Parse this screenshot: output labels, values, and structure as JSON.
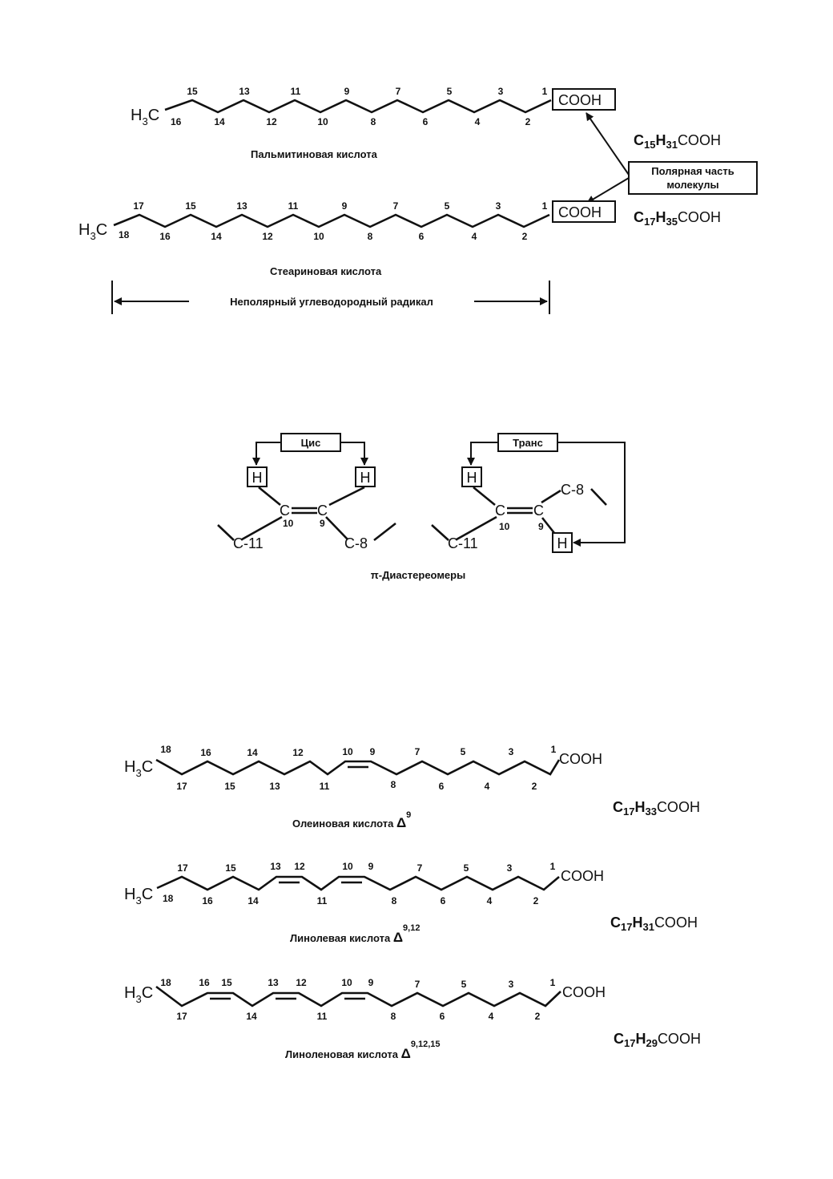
{
  "palmitic": {
    "head": "H",
    "head_sub": "3",
    "head_c": "C",
    "c16": "16",
    "numbers_top": [
      "15",
      "13",
      "11",
      "9",
      "7",
      "5",
      "3",
      "1"
    ],
    "numbers_bottom": [
      "14",
      "12",
      "10",
      "8",
      "6",
      "4",
      "2"
    ],
    "cooh": "COOH",
    "name": "Пальмитиновая кислота",
    "formula": {
      "c": "C",
      "c_sub": "15",
      "h": "H",
      "h_sub": "31",
      "tail": "COOH"
    }
  },
  "stearic": {
    "head": "H",
    "head_sub": "3",
    "head_c": "C",
    "c18": "18",
    "numbers_top": [
      "17",
      "15",
      "13",
      "11",
      "9",
      "7",
      "5",
      "3",
      "1"
    ],
    "numbers_bottom": [
      "16",
      "14",
      "12",
      "10",
      "8",
      "6",
      "4",
      "2"
    ],
    "cooh": "COOH",
    "name": "Стеариновая кислота",
    "formula": {
      "c": "C",
      "c_sub": "17",
      "h": "H",
      "h_sub": "35",
      "tail": "COOH"
    }
  },
  "polar_box": {
    "line1": "Полярная часть",
    "line2": "молекулы"
  },
  "nonpolar_label": "Неполярный углеводородный радикал",
  "isomers": {
    "cis_label": "Цис",
    "trans_label": "Транс",
    "h": "H",
    "c": "C",
    "c10": "10",
    "c9": "9",
    "c11": "C-11",
    "c8": "C-8",
    "caption": "π-Диастереомеры"
  },
  "oleic": {
    "head": "H",
    "head_sub": "3",
    "head_c": "C",
    "numbers_top": [
      "18",
      "16",
      "14",
      "12",
      "10",
      "9",
      "7",
      "5",
      "3",
      "1"
    ],
    "numbers_bottom": [
      "17",
      "15",
      "13",
      "11",
      "8",
      "6",
      "4",
      "2"
    ],
    "cooh": "COOH",
    "name": "Олеиновая кислота",
    "delta": "Δ",
    "delta_sup": "9",
    "formula": {
      "c": "C",
      "c_sub": "17",
      "h": "H",
      "h_sub": "33",
      "tail": "COOH"
    }
  },
  "linoleic": {
    "head": "H",
    "head_sub": "3",
    "head_c": "C",
    "c18": "18",
    "numbers_top": [
      "17",
      "15",
      "13",
      "12",
      "10",
      "9",
      "7",
      "5",
      "3",
      "1"
    ],
    "numbers_bottom": [
      "16",
      "14",
      "11",
      "8",
      "6",
      "4",
      "2"
    ],
    "cooh": "COOH",
    "name": "Линолевая кислота",
    "delta": "Δ",
    "delta_sup": "9,12",
    "formula": {
      "c": "C",
      "c_sub": "17",
      "h": "H",
      "h_sub": "31",
      "tail": "COOH"
    }
  },
  "linolenic": {
    "head": "H",
    "head_sub": "3",
    "head_c": "C",
    "numbers_top": [
      "18",
      "16",
      "15",
      "13",
      "12",
      "10",
      "9",
      "7",
      "5",
      "3",
      "1"
    ],
    "numbers_bottom": [
      "17",
      "14",
      "11",
      "8",
      "6",
      "4",
      "2"
    ],
    "cooh": "COOH",
    "name": "Линоленовая кислота",
    "delta": "Δ",
    "delta_sup": "9,12,15",
    "formula": {
      "c": "C",
      "c_sub": "17",
      "h": "H",
      "h_sub": "29",
      "tail": "COOH"
    }
  }
}
